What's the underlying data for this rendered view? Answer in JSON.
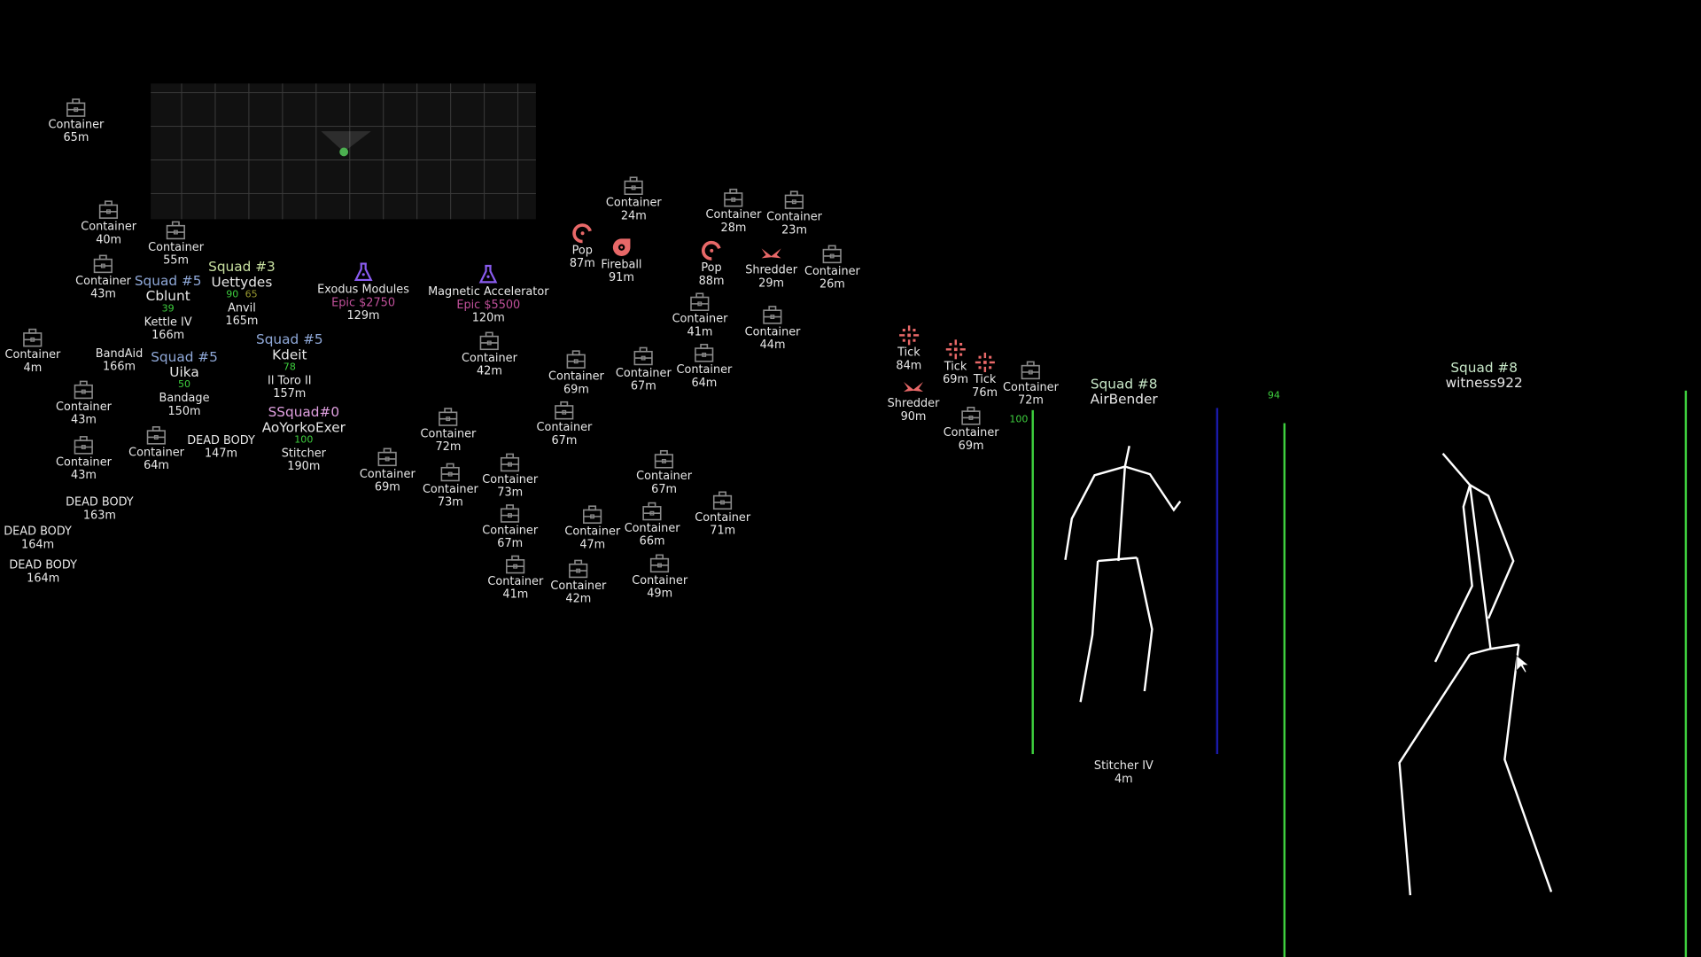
{
  "colors": {
    "container": "#8a8a8a",
    "loot": "#8a5cf0",
    "epic": "#c0509a",
    "threat": "#e86868",
    "squad3": "#c8e0a0",
    "squad5": "#8fa8d8",
    "squad0": "#e0a0e0",
    "squad8": "#c8e8c8",
    "health": "#3ecf3e",
    "shield": "#1a1aa8"
  },
  "containers": [
    {
      "label": "Container",
      "dist": "65m"
    },
    {
      "label": "Container",
      "dist": "40m"
    },
    {
      "label": "Container",
      "dist": "24m"
    },
    {
      "label": "Container",
      "dist": "23m"
    },
    {
      "label": "Container",
      "dist": "28m"
    },
    {
      "label": "Container",
      "dist": "26m"
    },
    {
      "label": "Container",
      "dist": "41m"
    },
    {
      "label": "Container",
      "dist": "44m"
    },
    {
      "label": "Container",
      "dist": "42m"
    },
    {
      "label": "Container",
      "dist": "55m"
    },
    {
      "label": "Container",
      "dist": "43m"
    },
    {
      "label": "Container",
      "dist": "69m"
    },
    {
      "label": "Container",
      "dist": "67m"
    },
    {
      "label": "Container",
      "dist": "64m"
    },
    {
      "label": "Container",
      "dist": "67m"
    },
    {
      "label": "Container",
      "dist": "43m"
    },
    {
      "label": "Container",
      "dist": "43m"
    },
    {
      "label": "Container",
      "dist": "72m"
    },
    {
      "label": "Container",
      "dist": "73m"
    },
    {
      "label": "Container",
      "dist": "73m"
    },
    {
      "label": "Container",
      "dist": "69m"
    },
    {
      "label": "Container",
      "dist": "67m"
    },
    {
      "label": "Container",
      "dist": "71m"
    },
    {
      "label": "Container",
      "dist": "66m"
    },
    {
      "label": "Container",
      "dist": "67m"
    },
    {
      "label": "Container",
      "dist": "49m"
    },
    {
      "label": "Container",
      "dist": "41m"
    },
    {
      "label": "Container",
      "dist": "42m"
    },
    {
      "label": "Container",
      "dist": "47m"
    },
    {
      "label": "Container",
      "dist": "72m"
    },
    {
      "label": "Container",
      "dist": "69m"
    },
    {
      "label": "Container",
      "dist": "4m"
    },
    {
      "label": "Container",
      "dist": "64m"
    }
  ],
  "loot": [
    {
      "label": "Exodus Modules",
      "rarity": "Epic $2750",
      "dist": "129m",
      "icon": "flask-icon"
    },
    {
      "label": "Magnetic Accelerator",
      "rarity": "Epic $5500",
      "dist": "120m",
      "icon": "flask-icon"
    }
  ],
  "threats": [
    {
      "label": "Pop",
      "dist": "87m",
      "icon": "target-icon"
    },
    {
      "label": "Fireball",
      "dist": "91m",
      "icon": "drop-icon"
    },
    {
      "label": "Pop",
      "dist": "88m",
      "icon": "target-icon"
    },
    {
      "label": "Shredder",
      "dist": "29m",
      "icon": "shredder-icon"
    },
    {
      "label": "Tick",
      "dist": "84m",
      "icon": "tick-icon"
    },
    {
      "label": "Tick",
      "dist": "69m",
      "icon": "tick-icon"
    },
    {
      "label": "Tick",
      "dist": "76m",
      "icon": "tick-icon"
    },
    {
      "label": "Shredder",
      "dist": "90m",
      "icon": "shredder-icon"
    }
  ],
  "players": [
    {
      "squad": "Squad #3",
      "name": "Uettydes",
      "hp": "90",
      "shield": "65",
      "weapon": "Anvil",
      "dist": "165m",
      "team": "squad3"
    },
    {
      "squad": "Squad #5",
      "name": "Cblunt",
      "hp": "39",
      "weapon": "Kettle IV",
      "dist": "166m",
      "team": "squad5"
    },
    {
      "squad": "Squad #5",
      "name": "Uika",
      "hp": "50",
      "weapon": "Bandage",
      "dist": "150m",
      "team": "squad5"
    },
    {
      "squad": "Squad #5",
      "name": "Kdeit",
      "hp": "78",
      "weapon": "Il Toro II",
      "dist": "157m",
      "team": "squad5"
    },
    {
      "squad": "SSquad#0",
      "name": "AoYorkoExer",
      "hp": "100",
      "weapon": "Stitcher",
      "dist": "190m",
      "team": "squad0"
    }
  ],
  "dead_bodies": [
    {
      "label": "DEAD BODY",
      "dist": "147m"
    },
    {
      "label": "DEAD BODY",
      "dist": "163m"
    },
    {
      "label": "DEAD BODY",
      "dist": "164m"
    },
    {
      "label": "DEAD BODY",
      "dist": "164m"
    }
  ],
  "misc_labels": [
    {
      "label": "BandAid",
      "dist": "166m"
    }
  ],
  "near_players": [
    {
      "squad": "Squad #8",
      "name": "AirBender",
      "hp": "100",
      "hp_pct": 100,
      "weapon": "Stitcher IV",
      "dist": "4m"
    },
    {
      "squad": "Squad #8",
      "name": "witness922",
      "hp": "94",
      "hp_pct": 94
    }
  ],
  "radar": {
    "player_color": "#4caf50"
  }
}
